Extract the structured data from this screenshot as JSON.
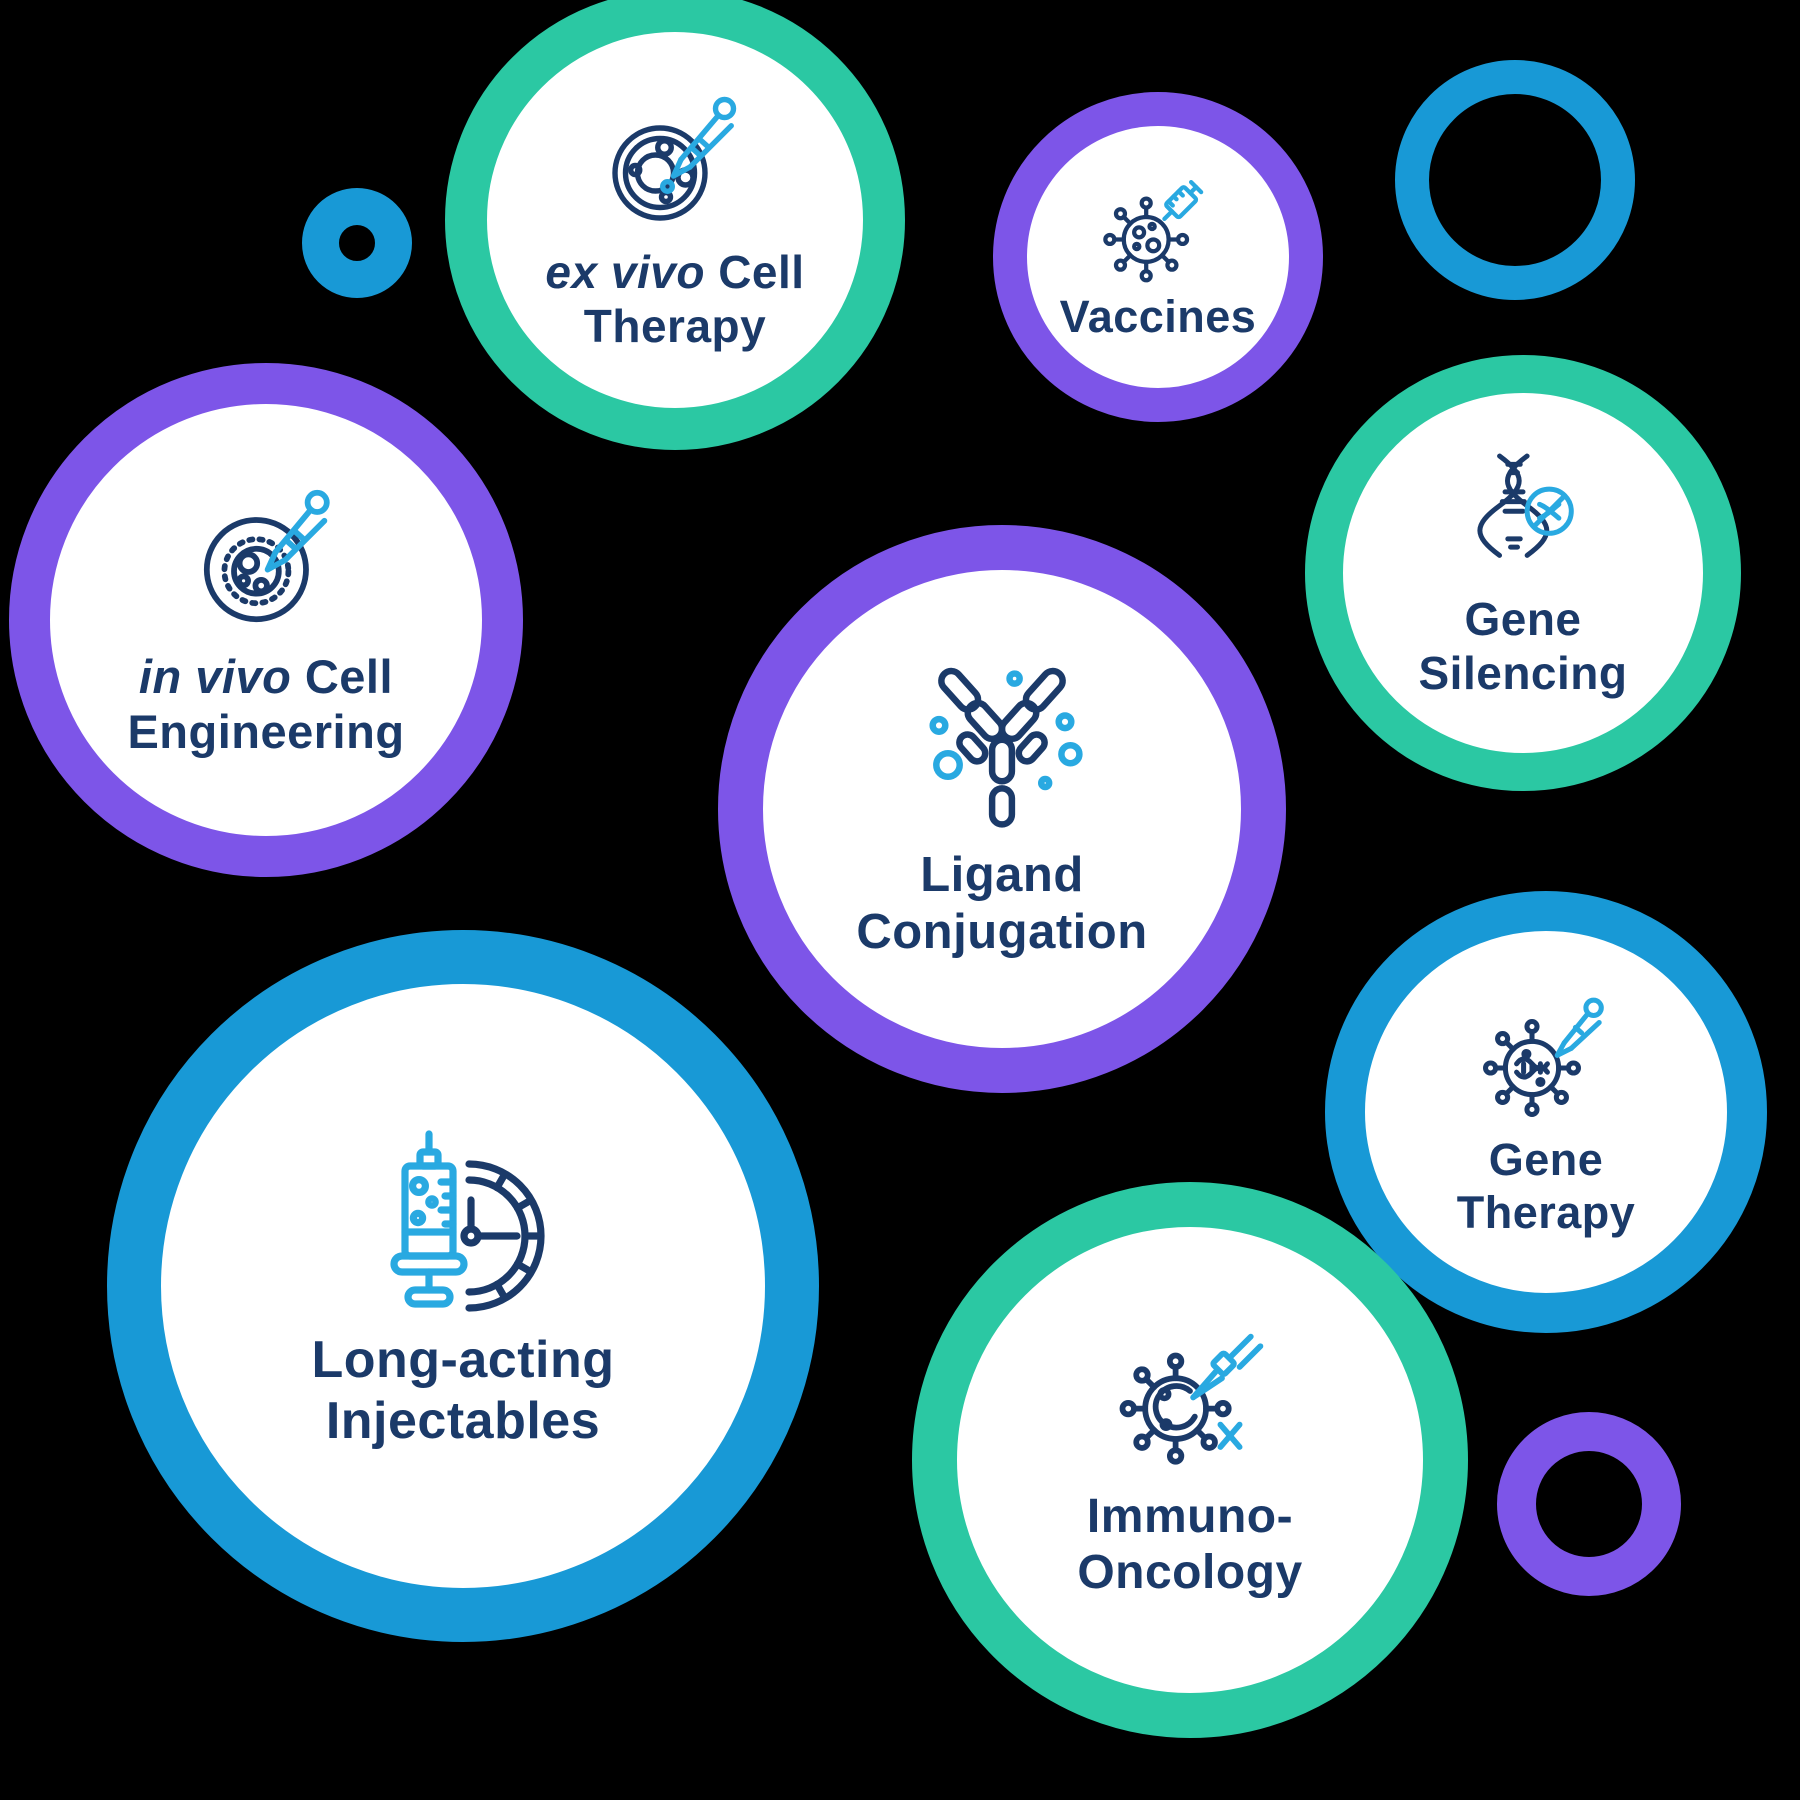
{
  "colors": {
    "background": "#000000",
    "bubble_fill": "#FFFFFF",
    "teal": "#2BC8A3",
    "purple": "#7D55E8",
    "blue": "#1899D6",
    "navy": "#1B3A69",
    "light_blue": "#29A9E1"
  },
  "bubbles": {
    "ex_vivo_cell_therapy": {
      "label_italic": "ex vivo",
      "label_after_italic": " Cell",
      "label_line2": "Therapy",
      "ring_color": "teal",
      "icon": "petri-dish-dropper-icon"
    },
    "vaccines": {
      "label": "Vaccines",
      "ring_color": "purple",
      "icon": "virus-syringe-icon"
    },
    "in_vivo_cell_engineering": {
      "label_italic": "in vivo",
      "label_after_italic": " Cell",
      "label_line2": "Engineering",
      "ring_color": "purple",
      "icon": "cell-dropper-icon"
    },
    "gene_silencing": {
      "label_line1": "Gene",
      "label_line2": "Silencing",
      "ring_color": "teal",
      "icon": "dna-silencing-icon"
    },
    "ligand_conjugation": {
      "label_line1": "Ligand",
      "label_line2": "Conjugation",
      "ring_color": "purple",
      "icon": "antibody-icon"
    },
    "gene_therapy": {
      "label_line1": "Gene",
      "label_line2": "Therapy",
      "ring_color": "blue",
      "icon": "virus-dropper-icon"
    },
    "long_acting_injectables": {
      "label_line1": "Long-acting",
      "label_line2": "Injectables",
      "ring_color": "blue",
      "icon": "syringe-clock-icon"
    },
    "immuno_oncology": {
      "label_line1": "Immuno-",
      "label_line2": "Oncology",
      "ring_color": "teal",
      "icon": "immune-cell-antibody-icon"
    }
  },
  "decorative_rings": [
    {
      "name": "small-blue-donut-top-left",
      "color": "blue"
    },
    {
      "name": "blue-ring-top-right",
      "color": "blue"
    },
    {
      "name": "purple-ring-bottom-right",
      "color": "purple"
    }
  ]
}
